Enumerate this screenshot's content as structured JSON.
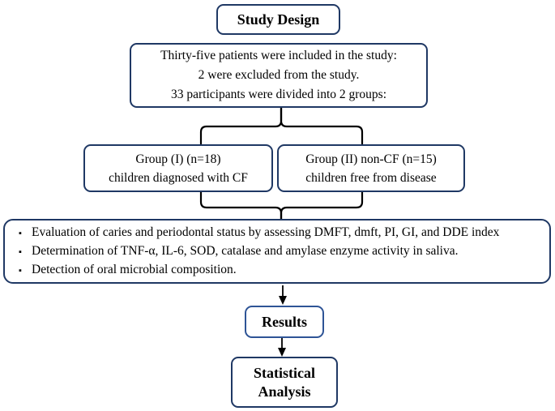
{
  "flowchart": {
    "title_box": {
      "label": "Study Design"
    },
    "patients_box": {
      "lines": [
        "Thirty-five patients were included in the study:",
        "2 were excluded from the study.",
        "33 participants were divided into 2 groups:"
      ]
    },
    "groups": [
      {
        "line1": "Group (I) (n=18)",
        "line2": "children diagnosed with CF"
      },
      {
        "line1": "Group (II) non-CF (n=15)",
        "line2": "children free from disease"
      }
    ],
    "methods_box": {
      "bullet_glyph": "▪",
      "bullets": [
        "Evaluation of caries and periodontal status by assessing DMFT, dmft, PI, GI, and DDE index",
        "Determination of TNF-α, IL-6, SOD, catalase and amylase enzyme activity in saliva.",
        "Detection of oral microbial composition."
      ]
    },
    "results_box": {
      "label": "Results"
    },
    "statistics_box": {
      "label": "Statistical Analysis"
    },
    "colors": {
      "box_border": "#1f3864",
      "results_border": "#2e5496",
      "connector": "#000000",
      "text": "#000000",
      "background": "#ffffff"
    }
  }
}
